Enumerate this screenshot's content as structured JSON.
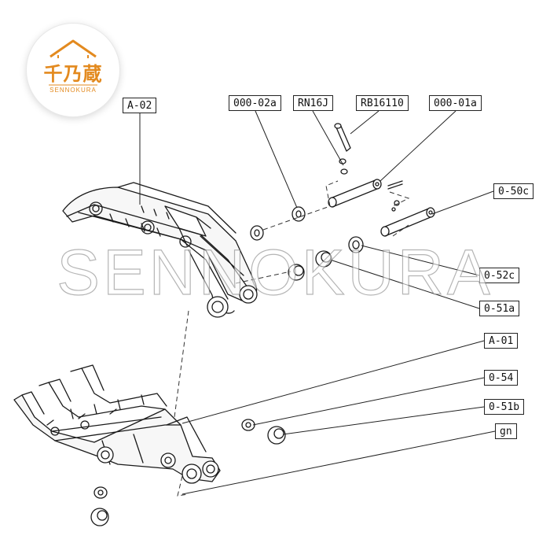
{
  "logo": {
    "main": "千乃蔵",
    "sub": "SENNOKURA",
    "color": "#e38a1f"
  },
  "watermark": "SENNOKURA",
  "labels": {
    "a02": "A-02",
    "p00002a": "000-02a",
    "rn16j": "RN16J",
    "rb16110": "RB16110",
    "p00001a": "000-01a",
    "o50c": "0-50c",
    "o52c": "0-52c",
    "o51a": "0-51a",
    "a01": "A-01",
    "o54": "0-54",
    "o51b": "0-51b",
    "gn": "gn"
  }
}
